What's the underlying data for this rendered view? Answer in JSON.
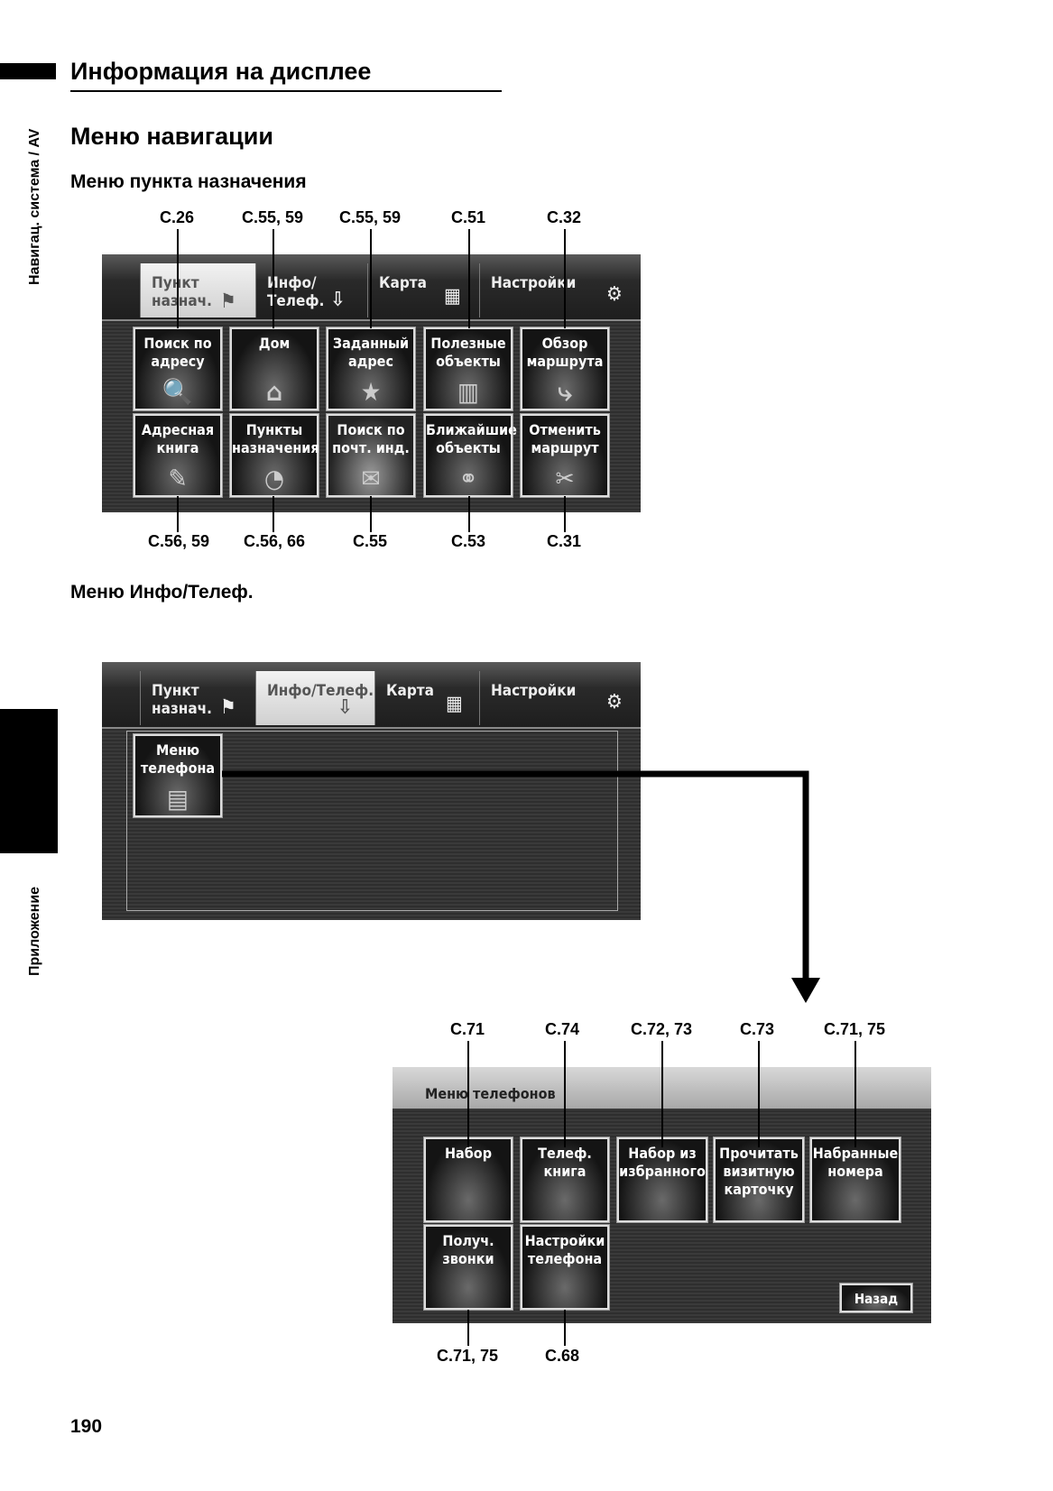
{
  "sidebar": {
    "top_label": "Навигац. система / AV",
    "bottom_label": "Приложение"
  },
  "header": {
    "title": "Информация на дисплее"
  },
  "section": {
    "title": "Меню навигации"
  },
  "dest_menu": {
    "title": "Меню пункта назначения",
    "top_refs": [
      "С.26",
      "С.55, 59",
      "С.55, 59",
      "С.51",
      "С.32"
    ],
    "bottom_refs": [
      "С.56, 59",
      "С.56, 66",
      "С.55",
      "С.53",
      "С.31"
    ],
    "tabs": [
      "Пункт назнач.",
      "Инфо/Телеф.",
      "Карта",
      "Настройки"
    ],
    "buttons_row1": [
      "Поиск по адресу",
      "Дом",
      "Заданный адрес",
      "Полезные объекты",
      "Обзор маршрута"
    ],
    "buttons_row2": [
      "Адресная книга",
      "Пункты назначения",
      "Поиск по почт. инд.",
      "Ближайшие объекты",
      "Отменить маршрут"
    ]
  },
  "info_menu": {
    "title": "Меню Инфо/Телеф.",
    "tabs": [
      "Пункт назнач.",
      "Инфо/Телеф.",
      "Карта",
      "Настройки"
    ],
    "phone_menu_button": "Меню телефона"
  },
  "phone_menu": {
    "title": "Меню телефонов",
    "top_refs": [
      "С.71",
      "С.74",
      "С.72, 73",
      "С.73",
      "С.71, 75"
    ],
    "bottom_refs": [
      "С.71, 75",
      "С.68"
    ],
    "buttons_row1": [
      "Набор",
      "Телеф. книга",
      "Набор из избранного",
      "Прочитать визитную карточку",
      "Набранные номера"
    ],
    "buttons_row2": [
      "Получ. звонки",
      "Настройки телефона"
    ],
    "back_button": "Назад"
  },
  "page_number": "190"
}
